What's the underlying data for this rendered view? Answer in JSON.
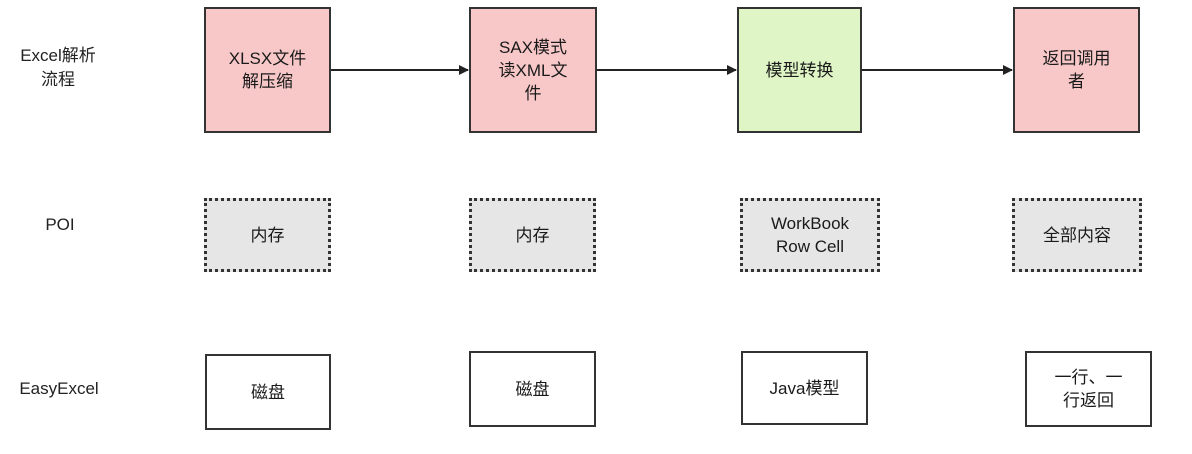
{
  "rows": {
    "excel": {
      "label": "Excel解析\n流程",
      "steps": [
        {
          "text": "XLSX文件\n解压缩",
          "color": "#f8c8c8"
        },
        {
          "text": "SAX模式\n读XML文\n件",
          "color": "#f8c8c8"
        },
        {
          "text": "模型转换",
          "color": "#dff5c6"
        },
        {
          "text": "返回调用\n者",
          "color": "#f8c8c8"
        }
      ]
    },
    "poi": {
      "label": "POI",
      "color": "#e6e6e6",
      "items": [
        "内存",
        "内存",
        "WorkBook\nRow Cell",
        "全部内容"
      ]
    },
    "easyexcel": {
      "label": "EasyExcel",
      "color": "#ffffff",
      "items": [
        "磁盘",
        "磁盘",
        "Java模型",
        "一行、一\n行返回"
      ]
    }
  }
}
